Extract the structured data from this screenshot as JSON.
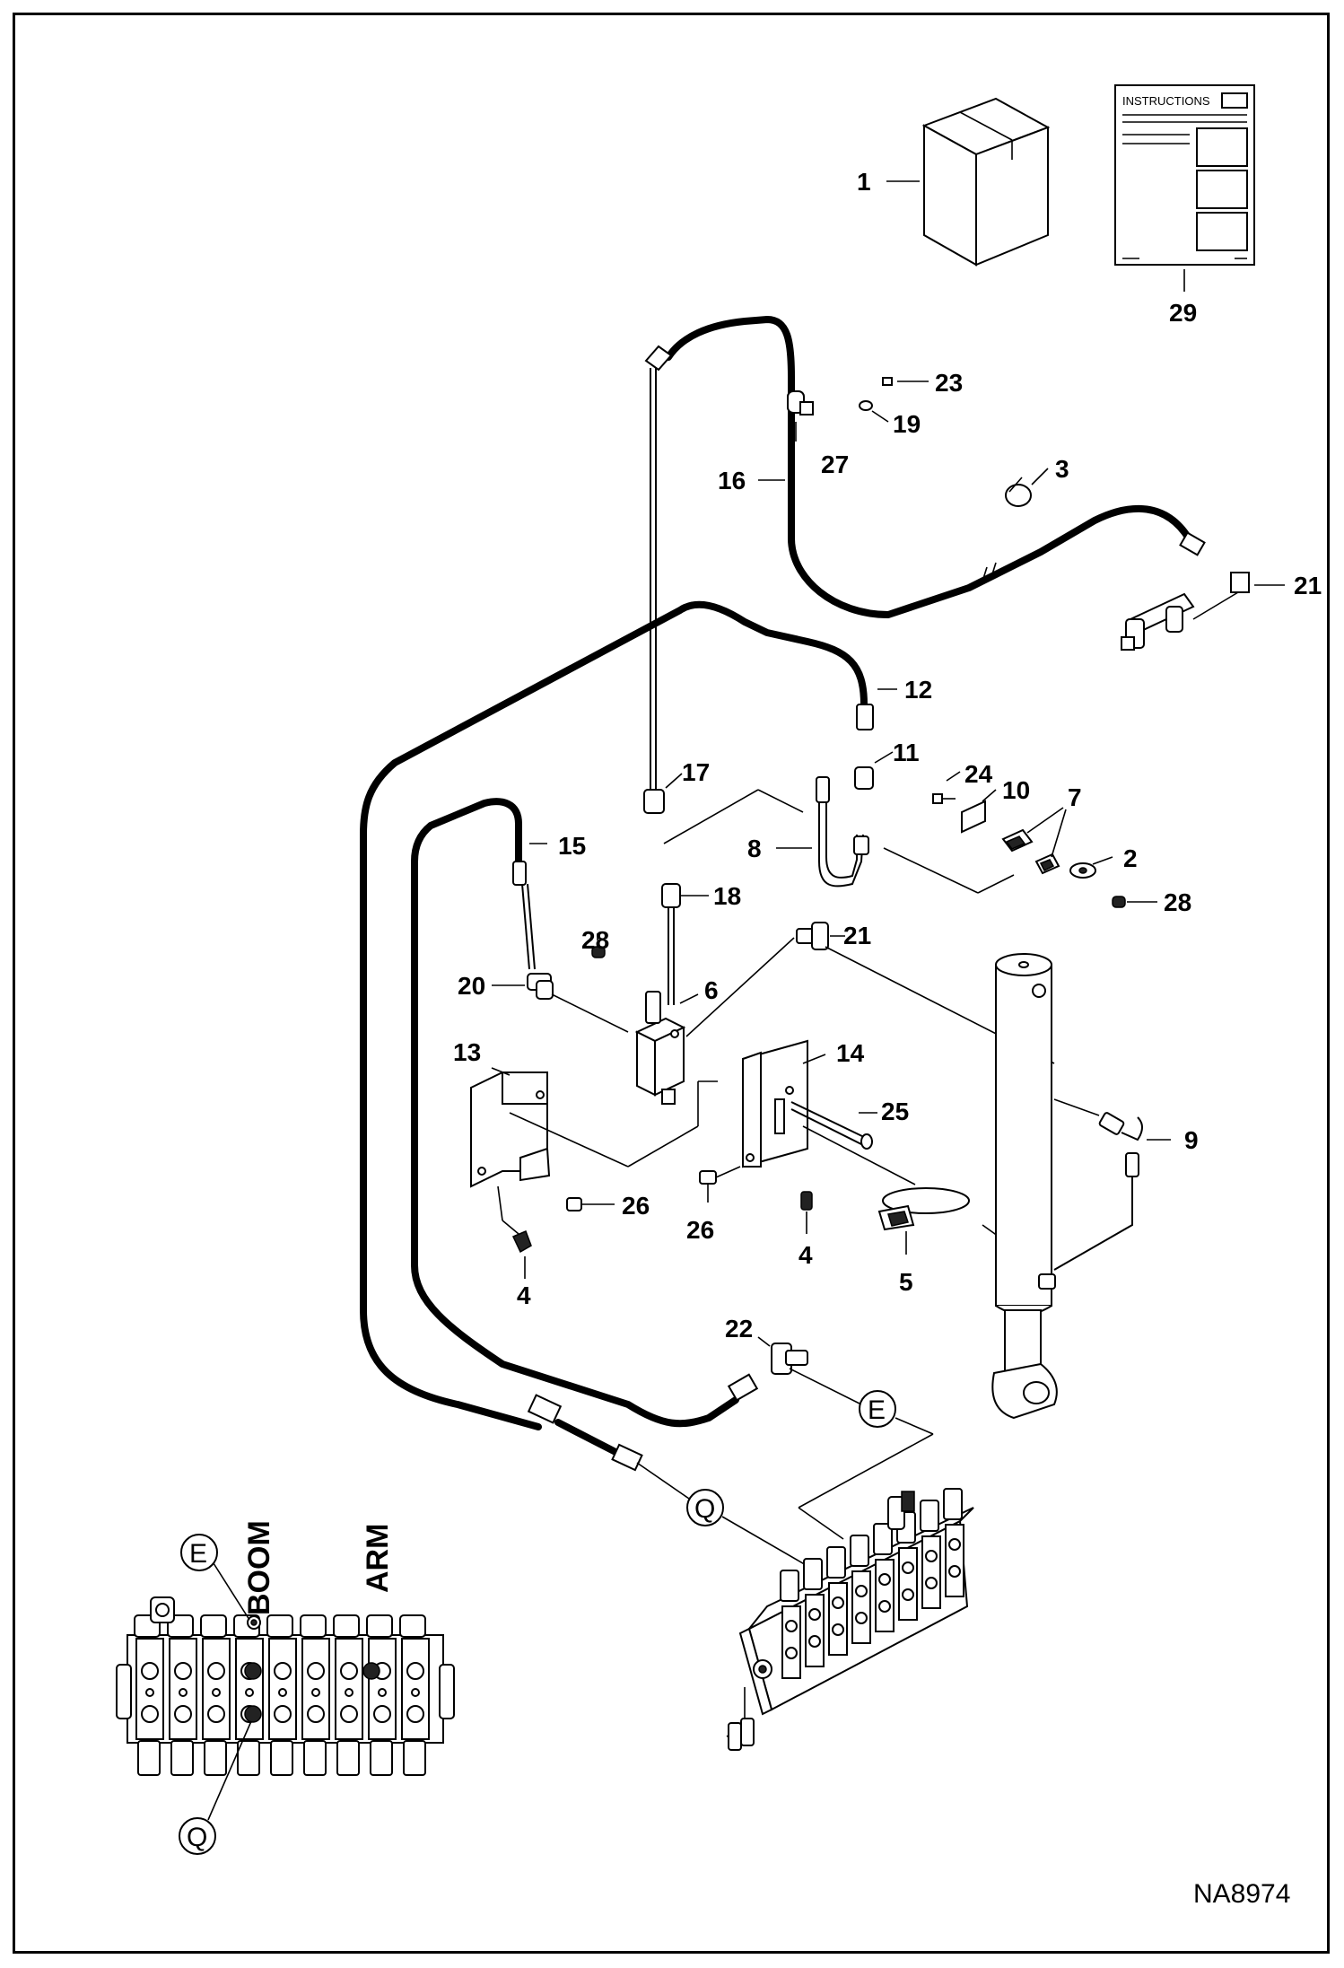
{
  "diagram": {
    "figure_code": "NA8974",
    "instructions_title": "INSTRUCTIONS",
    "callouts": {
      "c1": "1",
      "c2": "2",
      "c3": "3",
      "c4a": "4",
      "c4b": "4",
      "c5": "5",
      "c6": "6",
      "c7": "7",
      "c8": "8",
      "c9": "9",
      "c10": "10",
      "c11": "11",
      "c12": "12",
      "c13": "13",
      "c14": "14",
      "c15": "15",
      "c16": "16",
      "c17": "17",
      "c18": "18",
      "c19": "19",
      "c20": "20",
      "c21a": "21",
      "c21b": "21",
      "c22": "22",
      "c23": "23",
      "c24": "24",
      "c25": "25",
      "c26a": "26",
      "c26b": "26",
      "c27": "27",
      "c28a": "28",
      "c28b": "28",
      "c29": "29"
    },
    "port_markers": {
      "e_main": "E",
      "q_main": "Q",
      "e_inset": "E",
      "q_inset": "Q"
    },
    "valve_labels": {
      "boom": "BOOM",
      "arm": "ARM"
    }
  }
}
